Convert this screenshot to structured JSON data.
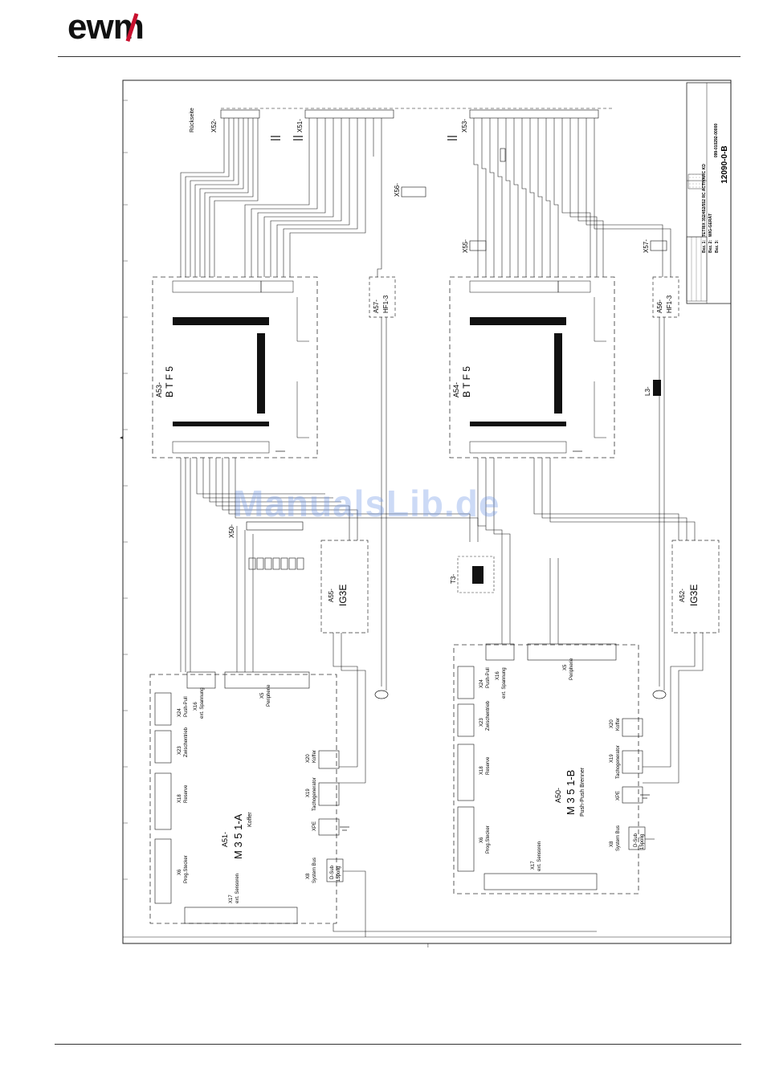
{
  "brand": {
    "logo_text": "ewm",
    "accent_color": "#c8102e"
  },
  "watermark": "ManualsLib.de",
  "drawing": {
    "number": "12090-0-B",
    "part_number": "099-010292-00000",
    "title_row1_label": "Bez. 1:",
    "title_row1_value": "TETRIX 352/452/552 RC ACTIVARC KD",
    "title_row2_label": "Bez. 2:",
    "title_row2_value": "WIG-GERÄT",
    "title_row3_label": "Bez. 3:"
  },
  "modules": {
    "a53": {
      "ref": "A53-",
      "name": "B T F 5"
    },
    "a54": {
      "ref": "A54-",
      "name": "B T F 5"
    },
    "a57": {
      "ref": "A57-",
      "name": "HF1-3"
    },
    "a56": {
      "ref": "A56-",
      "name": "HF1-3"
    },
    "a55": {
      "ref": "A55-",
      "name": "IG3E"
    },
    "a52": {
      "ref": "A52-",
      "name": "IG3E"
    },
    "a51": {
      "ref": "A51-",
      "name": "M 3 5 1-A",
      "sub": "Koffer"
    },
    "a50": {
      "ref": "A50-",
      "name": "M 3 5 1-B",
      "sub": "Push-Push Brenner"
    },
    "t3": {
      "ref": "T3-"
    },
    "l3": {
      "ref": "L3-"
    }
  },
  "connectors": {
    "x52": "X52-",
    "x51": "X51-",
    "x53": "X53-",
    "x56": "X56-",
    "x55": "X55-",
    "x57": "X57-",
    "x50": "X50-",
    "rueckseite": "Rückseite"
  },
  "a51_labels": {
    "x24": "X24",
    "x24_sub": "Push-Pull",
    "x23": "X23",
    "x23_sub": "Zwischentrieb",
    "x18": "X18",
    "x18_sub": "Reserve",
    "x6": "X6",
    "x6_sub": "Prog.Stecker",
    "x17": "X17",
    "x17_sub": "ext. Sensoren",
    "x16": "X16",
    "x16_sub": "ext. Spannung",
    "x5": "X5",
    "x5_sub": "Peripherie",
    "x20": "X20",
    "x20_sub": "Koffer",
    "x19": "X19",
    "x19_sub": "Tachogenerator",
    "xpe": "XPE",
    "x8": "X8",
    "x8_sub": "System Bus",
    "dsub": "D-Sub",
    "dsub_sub": "15polig"
  },
  "a50_labels": {
    "x24": "X24",
    "x24_sub": "Push-Pull",
    "x23": "X23",
    "x23_sub": "Zwischentrieb",
    "x18": "X18",
    "x18_sub": "Reserve",
    "x6": "X6",
    "x6_sub": "Prog.Stecker",
    "x17": "X17",
    "x17_sub": "ext. Sensoren",
    "x16": "X16",
    "x16_sub": "ext. Spannung",
    "x5": "X5",
    "x5_sub": "Peripherie",
    "x20": "X20",
    "x20_sub": "Koffer",
    "x19": "X19",
    "x19_sub": "Tachogenerator",
    "xpe": "XPE",
    "x8": "X8",
    "x8_sub": "System Bus",
    "dsub": "D-Sub",
    "dsub_sub": "15polig"
  },
  "colors": {
    "line": "#111111",
    "border": "#222222",
    "dashed": "#333333"
  }
}
